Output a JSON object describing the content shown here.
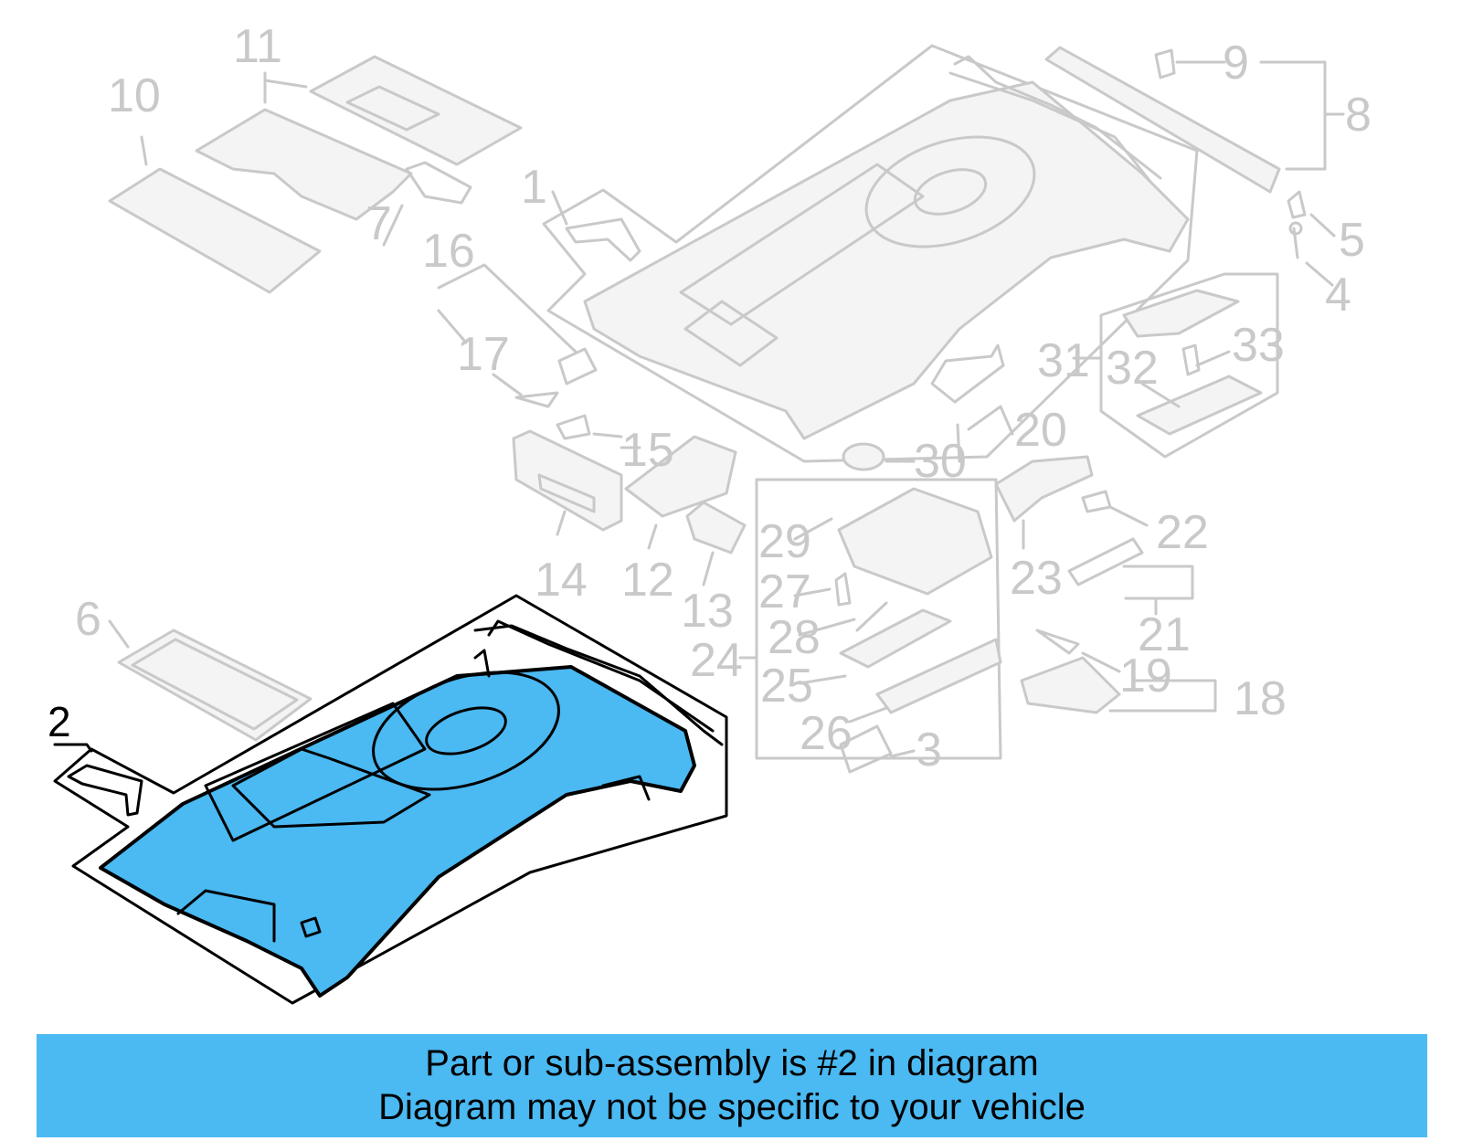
{
  "diagram": {
    "highlight_color": "#4bb9f2",
    "callouts": {
      "c1": "1",
      "c2": "2",
      "c3": "3",
      "c4": "4",
      "c5": "5",
      "c6": "6",
      "c7": "7",
      "c8": "8",
      "c9": "9",
      "c10": "10",
      "c11": "11",
      "c12": "12",
      "c13": "13",
      "c14": "14",
      "c15": "15",
      "c16": "16",
      "c17": "17",
      "c18": "18",
      "c19": "19",
      "c20": "20",
      "c21": "21",
      "c22": "22",
      "c23": "23",
      "c24": "24",
      "c25": "25",
      "c26": "26",
      "c27": "27",
      "c28": "28",
      "c29": "29",
      "c30": "30",
      "c31": "31",
      "c32": "32",
      "c33": "33"
    }
  },
  "banner": {
    "line1": "Part or sub-assembly is #2 in diagram",
    "line2": "Diagram may not be specific to your vehicle",
    "background": "#4bb9f2"
  }
}
